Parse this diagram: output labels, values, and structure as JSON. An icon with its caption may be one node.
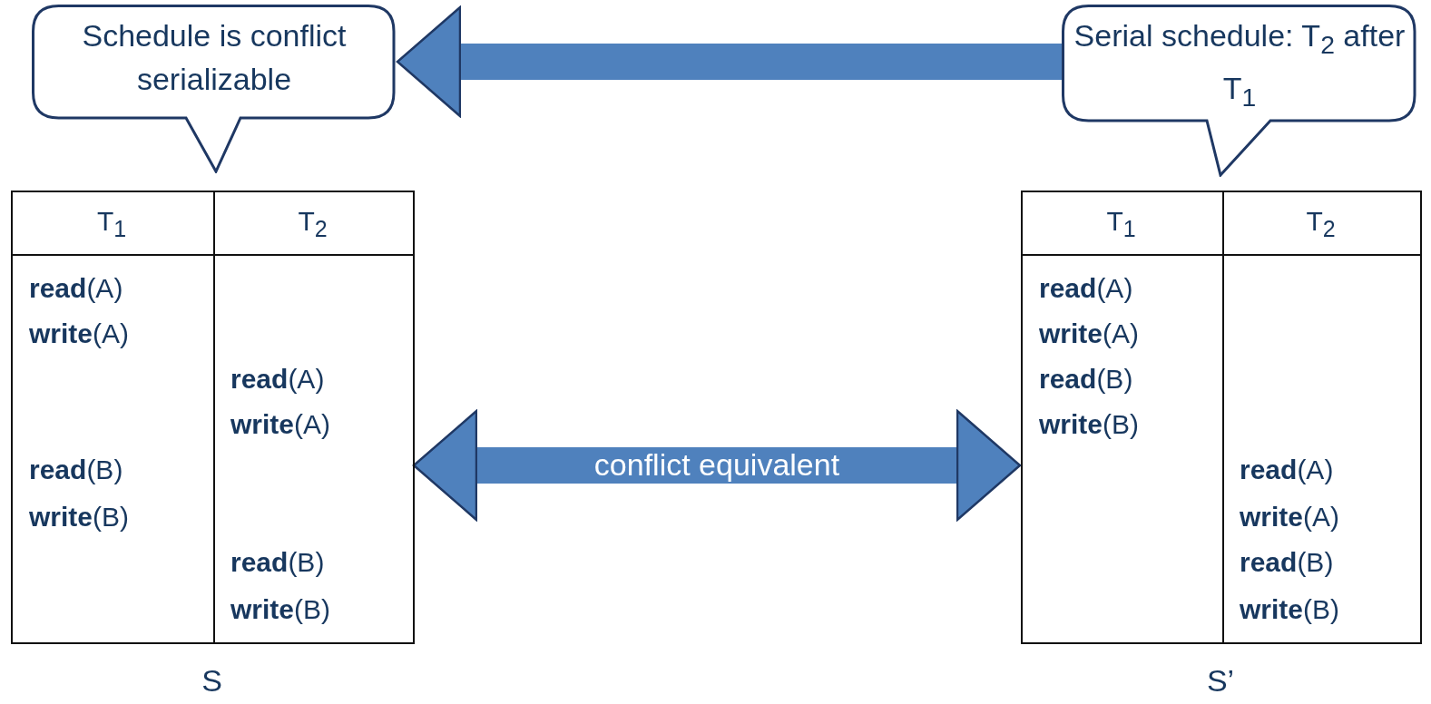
{
  "diagram": {
    "nodes": [
      {
        "text": [
          "Schedule is conflict serializable"
        ]
      },
      {
        "text": [
          "Serial schedule: T$_{2}$ after T$_{1}$"
        ]
      },
      {
        "text": [
          "S"
        ]
      },
      {
        "text": [
          "S’"
        ]
      }
    ],
    "edges": [
      {
        "from": 1,
        "to": 0,
        "arrow": "to"
      },
      {
        "from": 2,
        "to": 3,
        "arrow": "both",
        "label": "conflict equivalent"
      }
    ],
    "labels": [
      "T$_{1}$",
      "T$_{2}$",
      "**read**(A)",
      "**write**(A)",
      "**read**(A)",
      "**write**(A)",
      "**read**(B)",
      "**write**(B)",
      "**read**(B)",
      "**write**(B)",
      "T$_{1}$",
      "T$_{2}$",
      "**read**(A)",
      "**write**(A)",
      "**read**(B)",
      "**write**(B)",
      "**read**(A)",
      "**write**(A)",
      "**read**(B)",
      "**write**(B)"
    ]
  }
}
